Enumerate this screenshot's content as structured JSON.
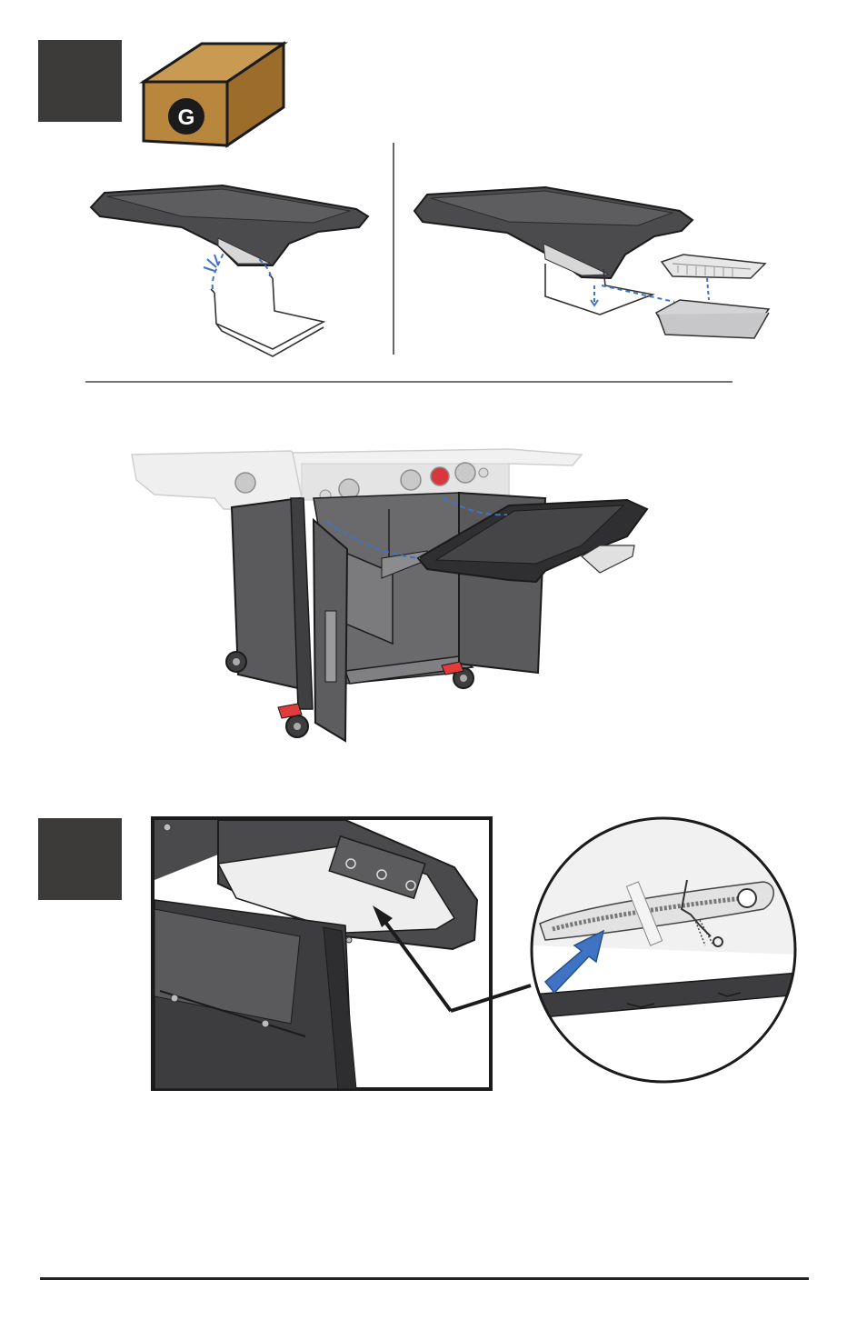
{
  "box_label": {
    "letter": "G"
  },
  "colors": {
    "step_tile": "#3d3b3a",
    "box_fill": "#b8863d",
    "accent_blue": "#3f74c4",
    "tray_dark": "#4b4b4d",
    "foot_pedal_red": "#e23b3b",
    "knob_red": "#d9363e"
  },
  "icons": {
    "step1": "step-1-badge",
    "step2": "step-2-badge",
    "box": "parts-box-icon",
    "arrow": "blue-arrow-icon"
  }
}
